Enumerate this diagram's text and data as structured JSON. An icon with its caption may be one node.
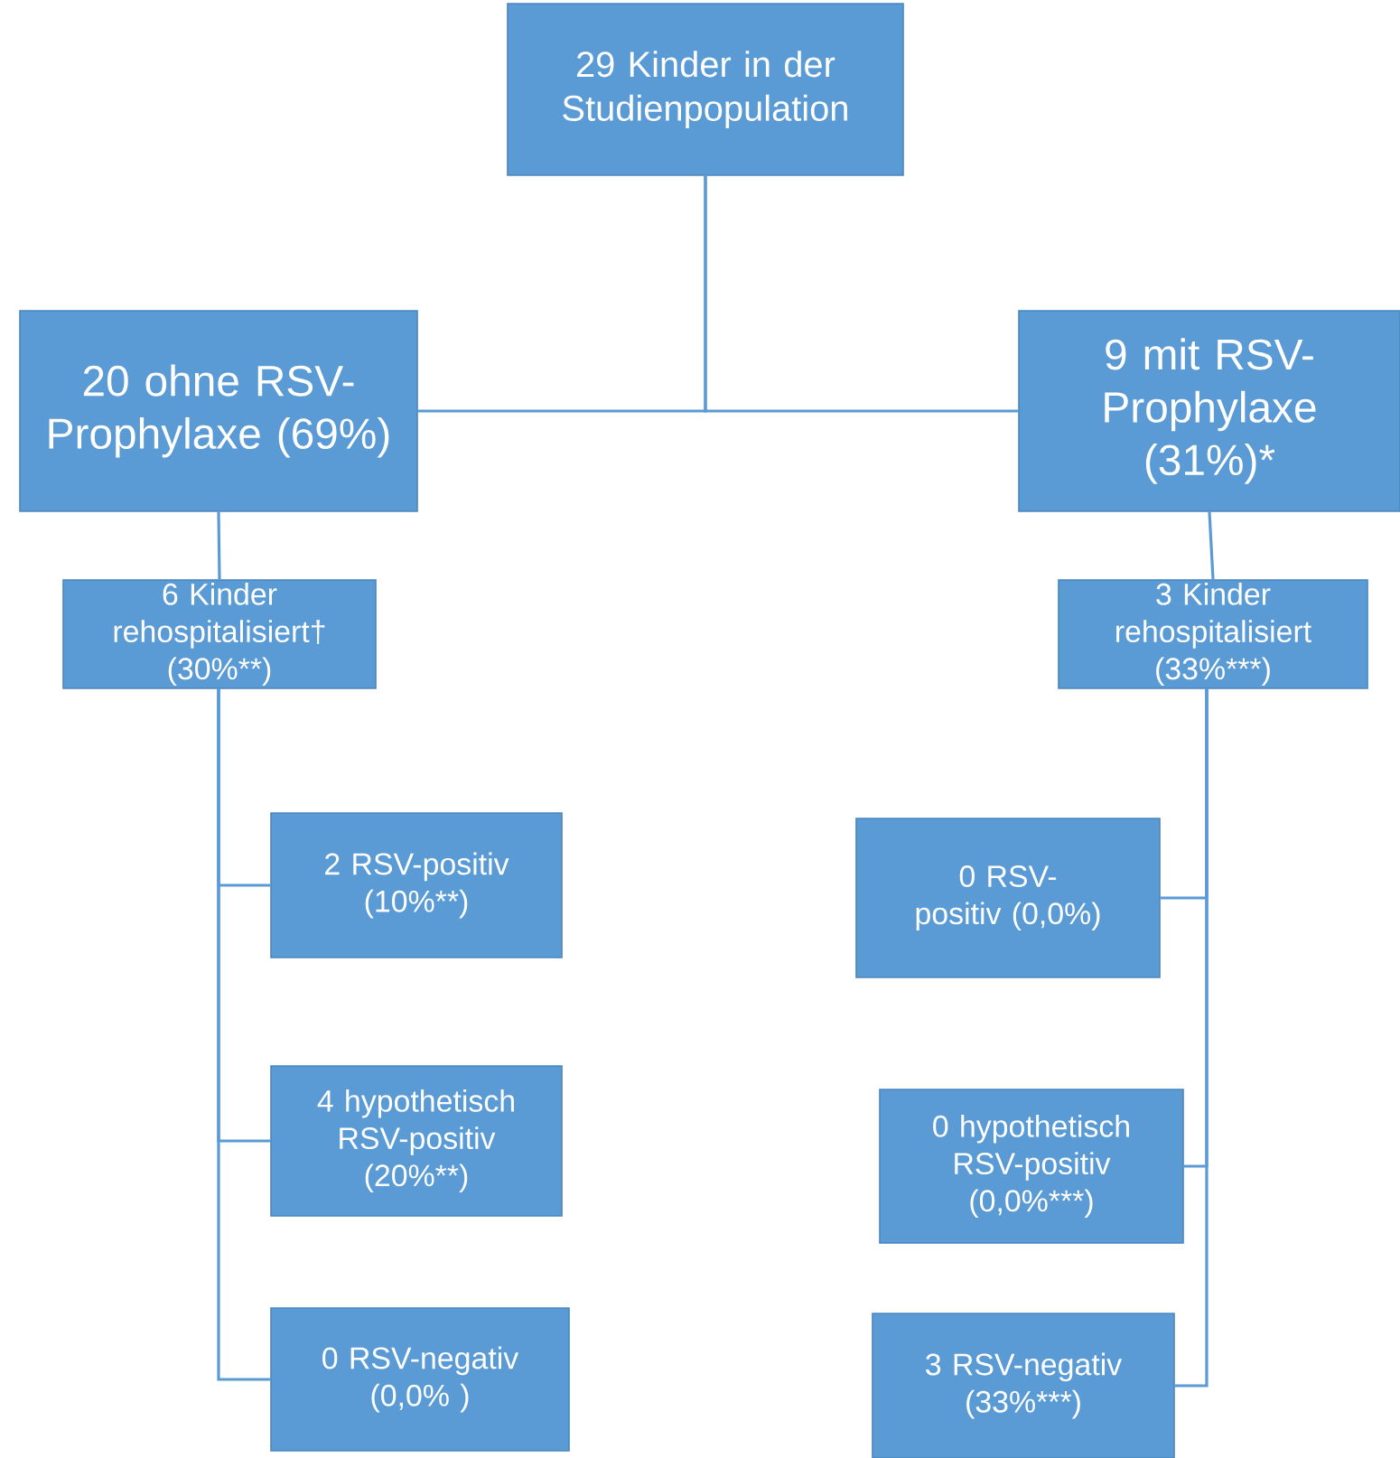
{
  "diagram": {
    "nodes": [
      {
        "text": [
          "29 Kinder in der Studienpopulation"
        ]
      },
      {
        "text": [
          "20 ohne RSV-Prophylaxe (69%)"
        ]
      },
      {
        "text": [
          "9 mit RSV-Prophylaxe (31%)*"
        ]
      },
      {
        "text": [
          "6 Kinder rehospitalisiert† (30%**)"
        ]
      },
      {
        "text": [
          "3 Kinder rehospitalisiert (33%***)"
        ]
      },
      {
        "text": [
          "2 RSV-positiv (10%**)"
        ]
      },
      {
        "text": [
          "4 hypothetisch RSV-positiv (20%**)"
        ]
      },
      {
        "text": [
          "0 RSV-negativ (0,0% )"
        ]
      },
      {
        "text": [
          "0 RSV-positiv (0,0%)"
        ]
      },
      {
        "text": [
          "0 hypothetisch RSV-positiv (0,0%***)"
        ]
      },
      {
        "text": [
          "3 RSV-negativ (33%***)"
        ]
      }
    ],
    "edges": [
      {
        "from": 0,
        "to": 1,
        "arrow": "none"
      },
      {
        "from": 0,
        "to": 2,
        "arrow": "none"
      },
      {
        "from": 1,
        "to": 3,
        "arrow": "none"
      },
      {
        "from": 2,
        "to": 4,
        "arrow": "none"
      },
      {
        "from": 3,
        "to": 5,
        "arrow": "none"
      },
      {
        "from": 3,
        "to": 6,
        "arrow": "none"
      },
      {
        "from": 3,
        "to": 7,
        "arrow": "none"
      },
      {
        "from": 4,
        "to": 8,
        "arrow": "none"
      },
      {
        "from": 4,
        "to": 9,
        "arrow": "none"
      },
      {
        "from": 4,
        "to": 10,
        "arrow": "none"
      }
    ]
  }
}
